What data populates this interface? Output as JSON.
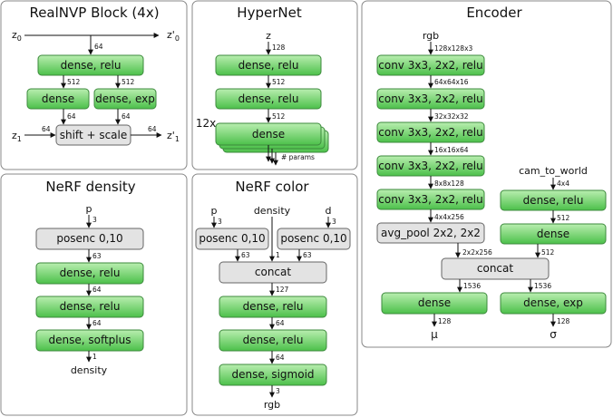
{
  "colors": {
    "green_top": "#b9eeb0",
    "green_bottom": "#4cc04a",
    "gray": "#e3e3e3"
  },
  "realnvp": {
    "title": "RealNVP Block (4x)",
    "z0": "z",
    "z0_sub": "0",
    "z0p": "z'",
    "z0p_sub": "0",
    "z1": "z",
    "z1_sub": "1",
    "z1p": "z'",
    "z1p_sub": "1",
    "dense_relu": "dense, relu",
    "dense": "dense",
    "dense_exp": "dense, exp",
    "shift_scale": "shift + scale",
    "d64a": "64",
    "d512a": "512",
    "d512b": "512",
    "d64b": "64",
    "d64c": "64",
    "d64d": "64",
    "d64e": "64"
  },
  "hypernet": {
    "title": "HyperNet",
    "input": "z",
    "d128": "128",
    "layer1": "dense, relu",
    "d512a": "512",
    "layer2": "dense, relu",
    "d512b": "512",
    "layer3": "dense",
    "repeat": "12x",
    "params": "# params"
  },
  "encoder": {
    "title": "Encoder",
    "input": "rgb",
    "d_in": "128x128x3",
    "convs": [
      "conv 3x3, 2x2, relu",
      "conv 3x3, 2x2, relu",
      "conv 3x3, 2x2, relu",
      "conv 3x3, 2x2, relu",
      "conv 3x3, 2x2, relu"
    ],
    "dims": [
      "64x64x16",
      "32x32x32",
      "16x16x64",
      "8x8x128",
      "4x4x256"
    ],
    "pool": "avg_pool 2x2, 2x2",
    "d_pool": "2x2x256",
    "cam": "cam_to_world",
    "d_cam": "4x4",
    "cam_dense_relu": "dense, relu",
    "d_cam2": "512",
    "cam_dense": "dense",
    "d_cam3": "512",
    "concat": "concat",
    "d1536a": "1536",
    "d1536b": "1536",
    "out_dense": "dense",
    "out_dense_exp": "dense, exp",
    "d128a": "128",
    "d128b": "128",
    "mu": "μ",
    "sigma": "σ"
  },
  "density": {
    "title": "NeRF density",
    "input": "p",
    "d3": "3",
    "posenc": "posenc 0,10",
    "d63": "63",
    "layer1": "dense, relu",
    "d64a": "64",
    "layer2": "dense, relu",
    "d64b": "64",
    "layer3": "dense, softplus",
    "d1": "1",
    "output": "density"
  },
  "color": {
    "title": "NeRF color",
    "p": "p",
    "density": "density",
    "d": "d",
    "d3a": "3",
    "d3b": "3",
    "posenc_a": "posenc 0,10",
    "posenc_b": "posenc 0,10",
    "d63a": "63",
    "d1": "1",
    "d63b": "63",
    "concat": "concat",
    "d127": "127",
    "layer1": "dense, relu",
    "d64a": "64",
    "layer2": "dense, relu",
    "d64b": "64",
    "layer3": "dense, sigmoid",
    "d3c": "3",
    "output": "rgb"
  }
}
